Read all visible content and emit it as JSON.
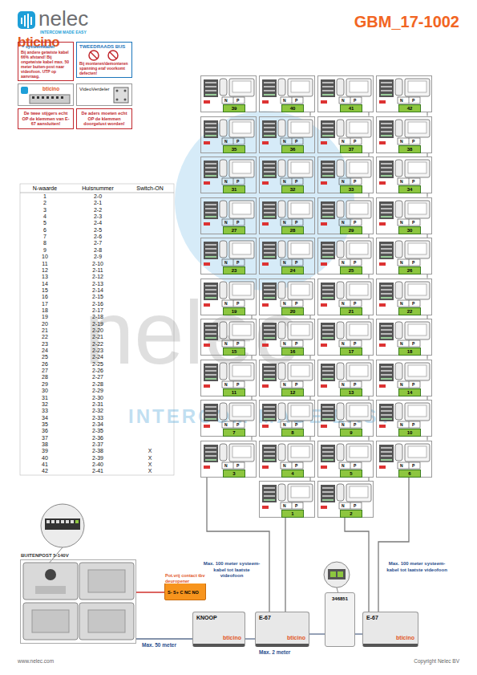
{
  "diagram": {
    "title": "GBM_17-1002",
    "nodes": [
      {
        "text": [
          "= systeemkabel",
          "Bij andere getwiste kabel 66% afstand! Bij ongetwiste kabel max. 50 meter buiten-post naar videofoon. UTP op aanvraag."
        ]
      },
      {
        "text": [
          "TWEEDRAADS BUS",
          "Bij monteren/demonteren spanning eraf voorkomt defecten!"
        ]
      },
      {
        "text": [
          "bticino"
        ]
      },
      {
        "text": [
          "VideoVerdeler"
        ]
      },
      {
        "text": [
          "De twee stijgers echt OP de klemmen van E-67 aansluiten!"
        ]
      },
      {
        "text": [
          "De aders moeten echt OP de klemmen doorgelust worden!"
        ]
      },
      {
        "text": [
          "N",
          "P",
          "39"
        ]
      },
      {
        "text": [
          "N",
          "P",
          "40"
        ]
      },
      {
        "text": [
          "N",
          "P",
          "41"
        ]
      },
      {
        "text": [
          "N",
          "P",
          "42"
        ]
      },
      {
        "text": [
          "N",
          "P",
          "35"
        ]
      },
      {
        "text": [
          "N",
          "P",
          "36"
        ]
      },
      {
        "text": [
          "N",
          "P",
          "37"
        ]
      },
      {
        "text": [
          "N",
          "P",
          "38"
        ]
      },
      {
        "text": [
          "N",
          "P",
          "31"
        ]
      },
      {
        "text": [
          "N",
          "P",
          "32"
        ]
      },
      {
        "text": [
          "N",
          "P",
          "33"
        ]
      },
      {
        "text": [
          "N",
          "P",
          "34"
        ]
      },
      {
        "text": [
          "N",
          "P",
          "27"
        ]
      },
      {
        "text": [
          "N",
          "P",
          "28"
        ]
      },
      {
        "text": [
          "N",
          "P",
          "29"
        ]
      },
      {
        "text": [
          "N",
          "P",
          "30"
        ]
      },
      {
        "text": [
          "N",
          "P",
          "23"
        ]
      },
      {
        "text": [
          "N",
          "P",
          "24"
        ]
      },
      {
        "text": [
          "N",
          "P",
          "25"
        ]
      },
      {
        "text": [
          "N",
          "P",
          "26"
        ]
      },
      {
        "text": [
          "N",
          "P",
          "19"
        ]
      },
      {
        "text": [
          "N",
          "P",
          "20"
        ]
      },
      {
        "text": [
          "N",
          "P",
          "21"
        ]
      },
      {
        "text": [
          "N",
          "P",
          "22"
        ]
      },
      {
        "text": [
          "N",
          "P",
          "15"
        ]
      },
      {
        "text": [
          "N",
          "P",
          "16"
        ]
      },
      {
        "text": [
          "N",
          "P",
          "17"
        ]
      },
      {
        "text": [
          "N",
          "P",
          "18"
        ]
      },
      {
        "text": [
          "N",
          "P",
          "11"
        ]
      },
      {
        "text": [
          "N",
          "P",
          "12"
        ]
      },
      {
        "text": [
          "N",
          "P",
          "13"
        ]
      },
      {
        "text": [
          "N",
          "P",
          "14"
        ]
      },
      {
        "text": [
          "N",
          "P",
          "7"
        ]
      },
      {
        "text": [
          "N",
          "P",
          "8"
        ]
      },
      {
        "text": [
          "N",
          "P",
          "9"
        ]
      },
      {
        "text": [
          "N",
          "P",
          "10"
        ]
      },
      {
        "text": [
          "N",
          "P",
          "3"
        ]
      },
      {
        "text": [
          "N",
          "P",
          "4"
        ]
      },
      {
        "text": [
          "N",
          "P",
          "5"
        ]
      },
      {
        "text": [
          "N",
          "P",
          "6"
        ]
      },
      {
        "text": [
          "N",
          "P",
          "1"
        ]
      },
      {
        "text": [
          "N",
          "P",
          "2"
        ]
      },
      {
        "text": [
          "BUITENPOST 5-140V"
        ]
      },
      {
        "text": [
          "Pot.vrij contact tbv deuropener",
          "S- S+ C NC NO"
        ]
      },
      {
        "text": [
          "KNOOP",
          "bticino"
        ]
      },
      {
        "text": [
          "E-67",
          "bticino"
        ]
      },
      {
        "text": [
          "346851"
        ]
      },
      {
        "text": [
          "E-67",
          "bticino"
        ]
      }
    ],
    "edges": [
      {
        "from": 48,
        "to": 50,
        "label": "Max. 50 meter",
        "arrow": "none"
      },
      {
        "from": 50,
        "to": 51,
        "label": "Max. 2 meter",
        "arrow": "none"
      },
      {
        "from": 51,
        "to": 52,
        "arrow": "none"
      },
      {
        "from": 52,
        "to": 53,
        "arrow": "none"
      },
      {
        "from": 48,
        "to": 49,
        "arrow": "none"
      },
      {
        "from": 51,
        "to": 42,
        "arrow": "none"
      },
      {
        "from": 51,
        "to": 46,
        "arrow": "none"
      },
      {
        "from": 53,
        "to": 47,
        "arrow": "none"
      },
      {
        "from": 53,
        "to": 45,
        "arrow": "none"
      },
      {
        "from": 6,
        "to": 10,
        "arrow": "none"
      },
      {
        "from": 10,
        "to": 14,
        "arrow": "none"
      },
      {
        "from": 14,
        "to": 18,
        "arrow": "none"
      },
      {
        "from": 18,
        "to": 22,
        "arrow": "none"
      },
      {
        "from": 22,
        "to": 26,
        "arrow": "none"
      },
      {
        "from": 26,
        "to": 30,
        "arrow": "none"
      },
      {
        "from": 30,
        "to": 34,
        "arrow": "none"
      },
      {
        "from": 34,
        "to": 38,
        "arrow": "none"
      },
      {
        "from": 38,
        "to": 42,
        "arrow": "none"
      },
      {
        "from": 7,
        "to": 11,
        "arrow": "none"
      },
      {
        "from": 11,
        "to": 15,
        "arrow": "none"
      },
      {
        "from": 15,
        "to": 19,
        "arrow": "none"
      },
      {
        "from": 19,
        "to": 23,
        "arrow": "none"
      },
      {
        "from": 23,
        "to": 27,
        "arrow": "none"
      },
      {
        "from": 27,
        "to": 31,
        "arrow": "none"
      },
      {
        "from": 31,
        "to": 35,
        "arrow": "none"
      },
      {
        "from": 35,
        "to": 39,
        "arrow": "none"
      },
      {
        "from": 39,
        "to": 43,
        "arrow": "none"
      },
      {
        "from": 43,
        "to": 46,
        "arrow": "none"
      },
      {
        "from": 8,
        "to": 12,
        "arrow": "none"
      },
      {
        "from": 12,
        "to": 16,
        "arrow": "none"
      },
      {
        "from": 16,
        "to": 20,
        "arrow": "none"
      },
      {
        "from": 20,
        "to": 24,
        "arrow": "none"
      },
      {
        "from": 24,
        "to": 28,
        "arrow": "none"
      },
      {
        "from": 28,
        "to": 32,
        "arrow": "none"
      },
      {
        "from": 32,
        "to": 36,
        "arrow": "none"
      },
      {
        "from": 36,
        "to": 40,
        "arrow": "none"
      },
      {
        "from": 40,
        "to": 44,
        "arrow": "none"
      },
      {
        "from": 44,
        "to": 47,
        "arrow": "none"
      },
      {
        "from": 9,
        "to": 13,
        "arrow": "none"
      },
      {
        "from": 13,
        "to": 17,
        "arrow": "none"
      },
      {
        "from": 17,
        "to": 21,
        "arrow": "none"
      },
      {
        "from": 21,
        "to": 25,
        "arrow": "none"
      },
      {
        "from": 25,
        "to": 29,
        "arrow": "none"
      },
      {
        "from": 29,
        "to": 33,
        "arrow": "none"
      },
      {
        "from": 33,
        "to": 37,
        "arrow": "none"
      },
      {
        "from": 37,
        "to": 41,
        "arrow": "none"
      },
      {
        "from": 41,
        "to": 45,
        "arrow": "none"
      }
    ],
    "labels": [
      "nelec",
      "INTERCOM MADE EASY",
      "bticino",
      "N-waarde",
      "Huisnummer",
      "Switch-ON",
      "1",
      "2-0",
      "2",
      "2-1",
      "3",
      "2-2",
      "4",
      "2-3",
      "5",
      "2-4",
      "6",
      "2-5",
      "7",
      "2-6",
      "8",
      "2-7",
      "9",
      "2-8",
      "10",
      "2-9",
      "11",
      "2-10",
      "12",
      "2-11",
      "13",
      "2-12",
      "14",
      "2-13",
      "15",
      "2-14",
      "16",
      "2-15",
      "17",
      "2-16",
      "18",
      "2-17",
      "19",
      "2-18",
      "20",
      "2-19",
      "21",
      "2-20",
      "22",
      "2-21",
      "23",
      "2-22",
      "24",
      "2-23",
      "25",
      "2-24",
      "26",
      "2-25",
      "27",
      "2-26",
      "28",
      "2-27",
      "29",
      "2-28",
      "30",
      "2-29",
      "31",
      "2-30",
      "32",
      "2-31",
      "33",
      "2-32",
      "34",
      "2-33",
      "35",
      "2-34",
      "36",
      "2-35",
      "37",
      "2-36",
      "38",
      "2-37",
      "39",
      "2-38",
      "X",
      "40",
      "2-39",
      "X",
      "41",
      "2-40",
      "X",
      "42",
      "2-41",
      "X",
      "nelec",
      "INTERCOM MADE EASY",
      "Max. 100 meter systeem-kabel tot laatste videofoon",
      "Max. 100 meter systeem-kabel tot laatste videofoon",
      "www.nelec.com",
      "Copyright Nelec BV"
    ]
  }
}
